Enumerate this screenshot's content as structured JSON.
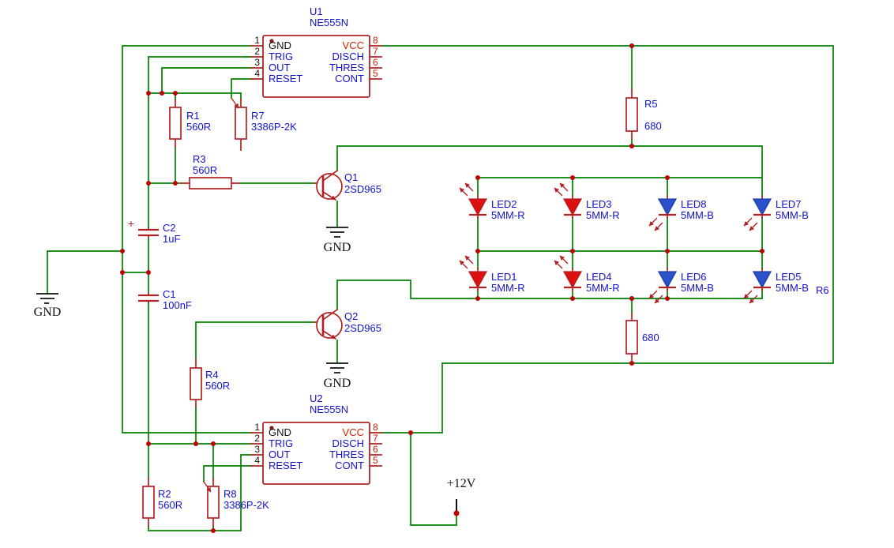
{
  "ics": [
    {
      "ref": "U1",
      "part": "NE555N",
      "pins_left": [
        {
          "num": "1",
          "name": "GND"
        },
        {
          "num": "2",
          "name": "TRIG"
        },
        {
          "num": "3",
          "name": "OUT"
        },
        {
          "num": "4",
          "name": "RESET"
        }
      ],
      "pins_right": [
        {
          "num": "8",
          "name": "VCC"
        },
        {
          "num": "7",
          "name": "DISCH"
        },
        {
          "num": "6",
          "name": "THRES"
        },
        {
          "num": "5",
          "name": "CONT"
        }
      ]
    },
    {
      "ref": "U2",
      "part": "NE555N",
      "pins_left": [
        {
          "num": "1",
          "name": "GND"
        },
        {
          "num": "2",
          "name": "TRIG"
        },
        {
          "num": "3",
          "name": "OUT"
        },
        {
          "num": "4",
          "name": "RESET"
        }
      ],
      "pins_right": [
        {
          "num": "8",
          "name": "VCC"
        },
        {
          "num": "7",
          "name": "DISCH"
        },
        {
          "num": "6",
          "name": "THRES"
        },
        {
          "num": "5",
          "name": "CONT"
        }
      ]
    }
  ],
  "resistors": {
    "R1": {
      "ref": "R1",
      "value": "560R"
    },
    "R2": {
      "ref": "R2",
      "value": "560R"
    },
    "R3": {
      "ref": "R3",
      "value": "560R"
    },
    "R4": {
      "ref": "R4",
      "value": "560R"
    },
    "R5": {
      "ref": "R5",
      "value": "680"
    },
    "R6": {
      "ref": "R6",
      "value": "680"
    },
    "R7": {
      "ref": "R7",
      "value": "3386P-2K"
    },
    "R8": {
      "ref": "R8",
      "value": "3386P-2K"
    }
  },
  "capacitors": {
    "C1": {
      "ref": "C1",
      "value": "100nF"
    },
    "C2": {
      "ref": "C2",
      "value": "1uF",
      "plus": "+"
    }
  },
  "transistors": {
    "Q1": {
      "ref": "Q1",
      "part": "2SD965"
    },
    "Q2": {
      "ref": "Q2",
      "part": "2SD965"
    }
  },
  "leds": {
    "LED1": {
      "ref": "LED1",
      "type": "5MM-R"
    },
    "LED2": {
      "ref": "LED2",
      "type": "5MM-R"
    },
    "LED3": {
      "ref": "LED3",
      "type": "5MM-R"
    },
    "LED4": {
      "ref": "LED4",
      "type": "5MM-R"
    },
    "LED5": {
      "ref": "LED5",
      "type": "5MM-B"
    },
    "LED6": {
      "ref": "LED6",
      "type": "5MM-B"
    },
    "LED7": {
      "ref": "LED7",
      "type": "5MM-B"
    },
    "LED8": {
      "ref": "LED8",
      "type": "5MM-B"
    }
  },
  "power": {
    "gnd": "GND",
    "supply": "+12V"
  },
  "colors": {
    "background": "#FFFFFF",
    "wire_green": "#008000",
    "component_red": "#B22222",
    "label_blue": "#1212CC",
    "pin_number_red": "#CC2200",
    "junction_red": "#C00000",
    "led_red_fill": "#DD1010",
    "led_blue_fill": "#2B50CC",
    "black_text": "#111111"
  }
}
